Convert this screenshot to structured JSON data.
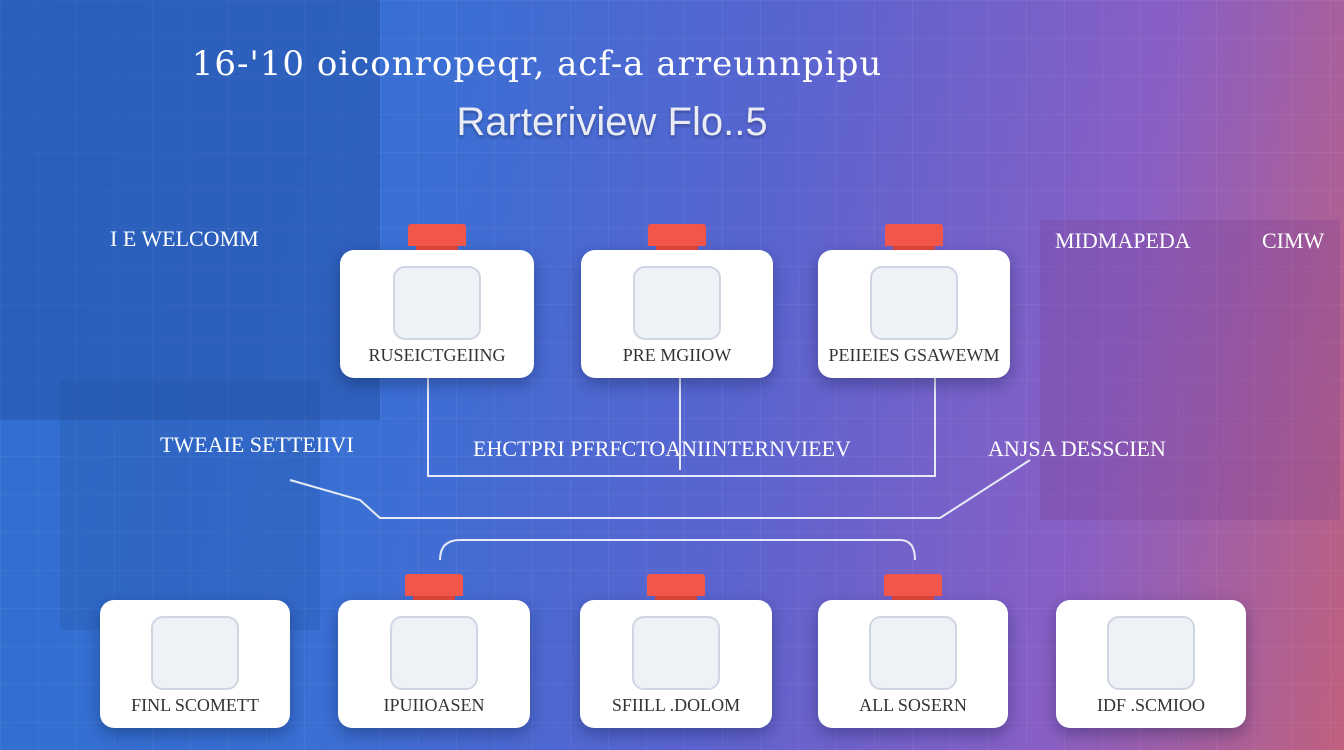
{
  "title_line1": "16-'10 oiconropeqr, acf-a arreunnpipu",
  "title_line2": "Rarteriview Flo..5",
  "labels": {
    "left_top": "I E WELCOMM",
    "left_mid": "TWEAIE SETTEIIVI",
    "right_top_a": "MIDMAPEDA",
    "right_top_b": "CIMW",
    "right_mid": "ANJSA DESSCIEN",
    "center_mid": "EHCTPRI PFRFCTOANIINTERNVIEEV"
  },
  "top_cards": [
    {
      "label": "RUSEICTGEIING",
      "icon": "bag-icon"
    },
    {
      "label": "PRE MGIIOW",
      "icon": "folder-icon"
    },
    {
      "label": "PEIIEIES GSAWEWM",
      "icon": "briefcase-icon"
    }
  ],
  "bottom_cards": [
    {
      "label": "FINL SCOMETT",
      "icon": "chat-icon"
    },
    {
      "label": "IPUIIOASEN",
      "icon": "document-icon"
    },
    {
      "label": "SFIILL .DOLOM",
      "icon": "check-icon"
    },
    {
      "label": "ALL SOSERN",
      "icon": "check-shield-icon"
    },
    {
      "label": "IDF .SCMIOO",
      "icon": "check-shield-icon"
    }
  ],
  "colors": {
    "tab": "#f2564a",
    "card": "#ffffff",
    "accent": "#3f5ea8"
  }
}
